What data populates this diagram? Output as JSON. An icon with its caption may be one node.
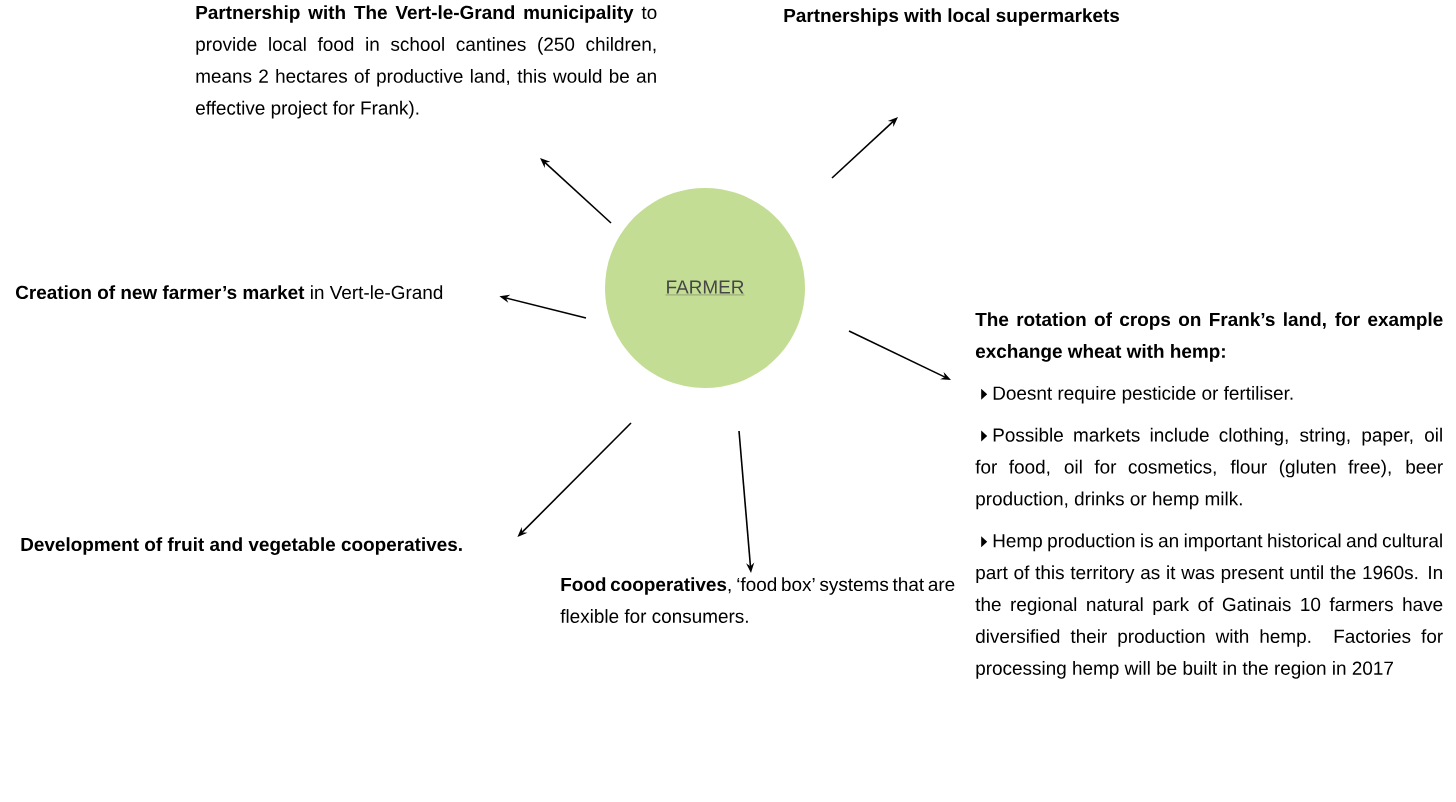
{
  "diagram": {
    "nodes": [
      {
        "text": [
          "FARMER"
        ]
      },
      {
        "text": [
          "**Partnership with The Vert-le-Grand municipality** to provide local food in school cantines (250 children, means 2 hectares of productive land, this would be an effective project for Frank)."
        ]
      },
      {
        "text": [
          "Partnerships with local supermarkets"
        ]
      },
      {
        "text": [
          "**Creation of new farmer’s market** in Vert-le-Grand"
        ]
      },
      {
        "text": [
          "The rotation of crops on Frank’s land, for example exchange wheat with hemp:",
          "Doesnt require pesticide or fertiliser.",
          "Possible markets include clothing, string, paper, oil for food, oil for cosmetics, flour (gluten free), beer production, drinks or hemp milk.",
          "Hemp production is an important historical and cultural part of this territory as it was present until the 1960s. In the regional natural park of Gatinais 10 farmers have diversified their production with hemp. Factories for processing hemp will be built in the region in 2017"
        ]
      },
      {
        "text": [
          "Development of fruit and vegetable cooperatives."
        ]
      },
      {
        "text": [
          "**Food cooperatives**, ‘food box’ systems that are flexible for consumers."
        ]
      }
    ],
    "edges": [
      {
        "from": 0,
        "to": 1,
        "arrow": "to"
      },
      {
        "from": 0,
        "to": 2,
        "arrow": "to"
      },
      {
        "from": 0,
        "to": 3,
        "arrow": "to"
      },
      {
        "from": 0,
        "to": 4,
        "arrow": "to"
      },
      {
        "from": 0,
        "to": 5,
        "arrow": "to"
      },
      {
        "from": 0,
        "to": 6,
        "arrow": "to"
      }
    ]
  }
}
